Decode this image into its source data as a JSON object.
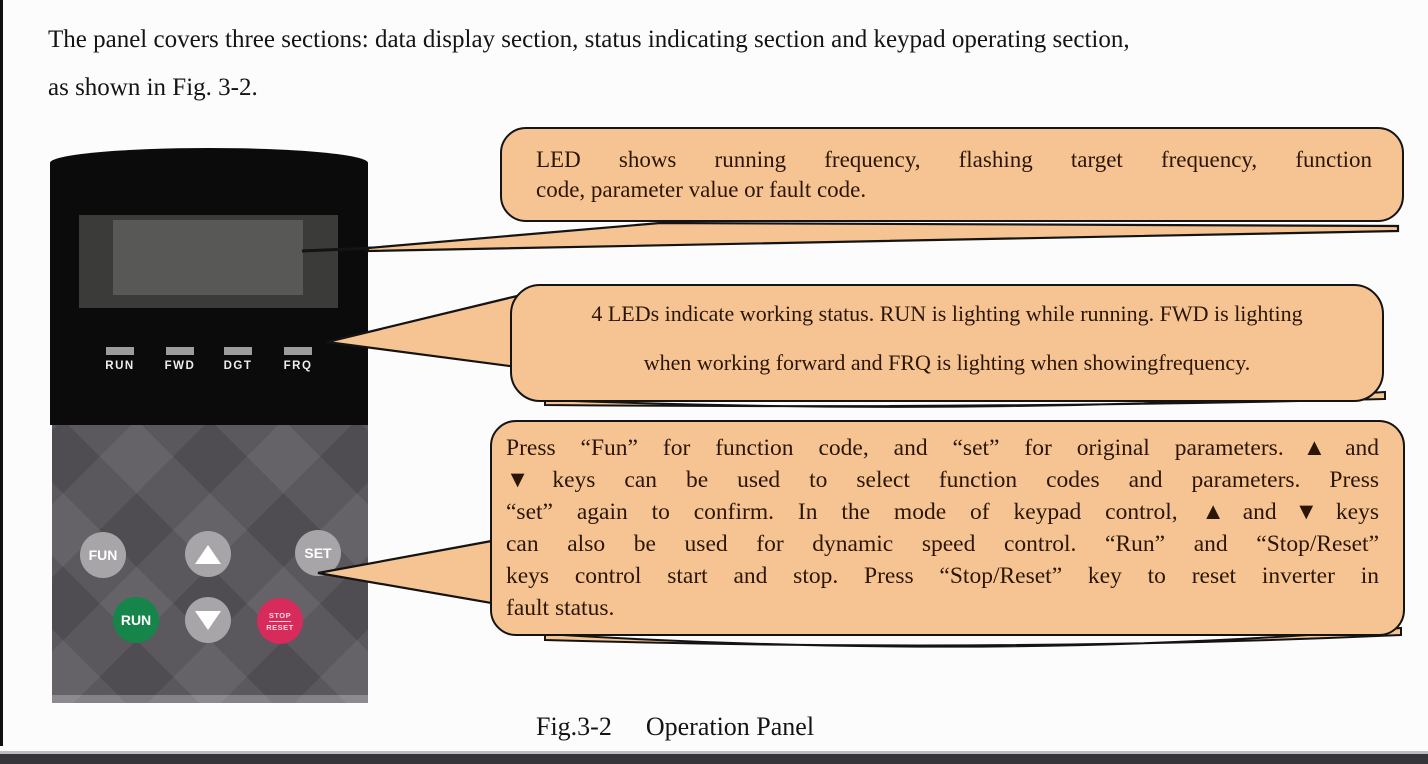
{
  "intro": {
    "line1": "The panel covers three sections: data display section, status indicating section and keypad operating section,",
    "line2": "as shown in Fig. 3-2."
  },
  "panel": {
    "status_leds": [
      {
        "label": "RUN"
      },
      {
        "label": "FWD"
      },
      {
        "label": "DGT"
      },
      {
        "label": "FRQ"
      }
    ],
    "keys": {
      "fun": "FUN",
      "set": "SET",
      "run": "RUN",
      "stop_top": "STOP",
      "stop_bottom": "RESET"
    }
  },
  "callouts": {
    "display": {
      "lines": [
        "LED shows running frequency, flashing target frequency, function",
        "code, parameter value or fault code."
      ]
    },
    "status": {
      "lines": [
        "4 LEDs indicate working status. RUN is lighting while running. FWD is lighting",
        "when working forward and FRQ is lighting when showingfrequency."
      ]
    },
    "keypad": {
      "lines": [
        "Press “Fun” for function code, and “set” for original parameters.▲and",
        "▼keys can be used to select function codes and parameters. Press",
        "“set” again to confirm. In the mode of keypad control, ▲and▼keys",
        "can also be used for dynamic speed control. “Run” and “Stop/Reset”",
        "keys control start and stop. Press “Stop/Reset” key to reset inverter in",
        "fault status."
      ]
    }
  },
  "figure": {
    "caption_label": "Fig.3-2",
    "caption_title": "Operation Panel"
  },
  "colors": {
    "callout_fill": "#f6c493",
    "callout_border": "#141414",
    "panel_body": "#0b0b0b",
    "keypad_body": "#555258",
    "run_key_green": "#16854a",
    "stop_key_red": "#d62b5b",
    "display_screen": "#585856"
  }
}
